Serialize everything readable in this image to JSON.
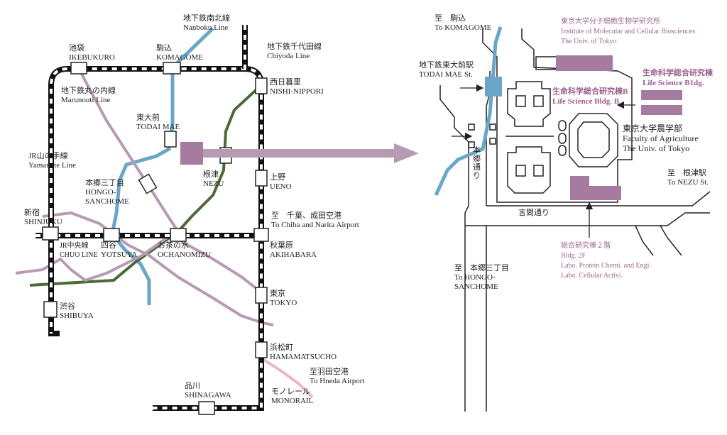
{
  "left_map": {
    "stations": [
      {
        "id": "ikebukuro",
        "jp": "池袋",
        "en": "IKEBUKURO"
      },
      {
        "id": "komagome",
        "jp": "駒込",
        "en": "KOMAGOME"
      },
      {
        "id": "nishinippori",
        "jp": "西日暮里",
        "en": "NISHI-NIPPORI"
      },
      {
        "id": "todaimae",
        "jp": "東大前",
        "en": "TODAI MAE"
      },
      {
        "id": "hongo",
        "jp": "本郷三丁目",
        "en": "HONGO-SANCHOME"
      },
      {
        "id": "nezu",
        "jp": "根津",
        "en": "NEZU"
      },
      {
        "id": "ueno",
        "jp": "上野",
        "en": "UENO"
      },
      {
        "id": "shinjuku",
        "jp": "新宿",
        "en": "SHINJUKU"
      },
      {
        "id": "yotsuya",
        "jp": "四谷",
        "en": "YOTSUYA"
      },
      {
        "id": "ochanomizu",
        "jp": "お茶の水",
        "en": "OCHANOMIZU"
      },
      {
        "id": "akihabara",
        "jp": "秋葉原",
        "en": "AKIHABARA"
      },
      {
        "id": "shibuya",
        "jp": "渋谷",
        "en": "SHIBUYA"
      },
      {
        "id": "tokyo",
        "jp": "東京",
        "en": "TOKYO"
      },
      {
        "id": "hamamatsucho",
        "jp": "浜松町",
        "en": "HAMAMATSUCHO"
      },
      {
        "id": "shinagawa",
        "jp": "品川",
        "en": "SHINAGAWA"
      }
    ],
    "lines": [
      {
        "id": "nanboku",
        "jp": "地下鉄南北線",
        "en": "Nanboku Line",
        "color": "#6aa6c8"
      },
      {
        "id": "chiyoda",
        "jp": "地下鉄千代田線",
        "en": "Chiyoda Line",
        "color": "#4a6a3a"
      },
      {
        "id": "marunouchi",
        "jp": "地下鉄丸の内線",
        "en": "Marunouti Line",
        "color": "#b89ab2"
      },
      {
        "id": "yamanote",
        "jp": "JR山の手線",
        "en": "Yamanote Line",
        "color": "#111111"
      },
      {
        "id": "chuo",
        "jp": "JR中央線",
        "en": "CHUO LINE",
        "color": "#111111"
      },
      {
        "id": "monorail",
        "jp": "モノレール",
        "en": "MONORAIL",
        "color": "#e8b8c8"
      }
    ],
    "destinations": [
      {
        "id": "chiba",
        "line1": "至　千葉、成田空港",
        "line2": "To Chiba and Narita Airport"
      },
      {
        "id": "haneda",
        "line1": "至羽田空港",
        "line2": "To Hneda Airport"
      }
    ]
  },
  "right_map": {
    "labels": [
      {
        "id": "to_komagome",
        "line1": "至　駒込",
        "line2": "To KOMAGOME"
      },
      {
        "id": "todaimae_st",
        "line1": "地下鉄東大前駅",
        "line2": "TODAI MAE St."
      },
      {
        "id": "hongo_dori",
        "line1": "本郷通り"
      },
      {
        "id": "kototoi_dori",
        "line1": "言問通り"
      },
      {
        "id": "to_hongo",
        "line1": "至　本郷三丁目",
        "line2": "To HONGO-",
        "line3": "SANCHOME"
      },
      {
        "id": "to_nezu",
        "line1": "至　根津駅",
        "line2": "To NEZU St."
      },
      {
        "id": "agriculture",
        "line1": "東京大学農学部",
        "line2": "Faculty of Agriculture",
        "line3": "The Univ. of Tokyo"
      }
    ],
    "purple_labels": [
      {
        "id": "iam",
        "line1": "東京大学分子細胞生物学研究所",
        "line2": "Institute of Molecular and Cellular Biosciences",
        "line3": "The Univ. of Tokyo"
      },
      {
        "id": "lsb_b1",
        "line1": "生命科学総合研究棟",
        "line2": "Life Science B1dg."
      },
      {
        "id": "lsb_b",
        "line1": "生命科学総合研究棟B",
        "line2": "Life Science Bldg. B"
      },
      {
        "id": "bldg2f",
        "line1": "総合研究棟２階",
        "line2": "Bldg. 2F",
        "line3": "Labo. Protein Chemi. and Engi.",
        "line4": "Labo. Cellular Activi."
      }
    ]
  },
  "colors": {
    "nanboku": "#6aa6c8",
    "chiyoda": "#4a6a3a",
    "marunouchi": "#b89ab2",
    "building_purple": "#a67ba0",
    "arrow_purple": "#b89ab2",
    "monorail": "#e8b8c8"
  }
}
